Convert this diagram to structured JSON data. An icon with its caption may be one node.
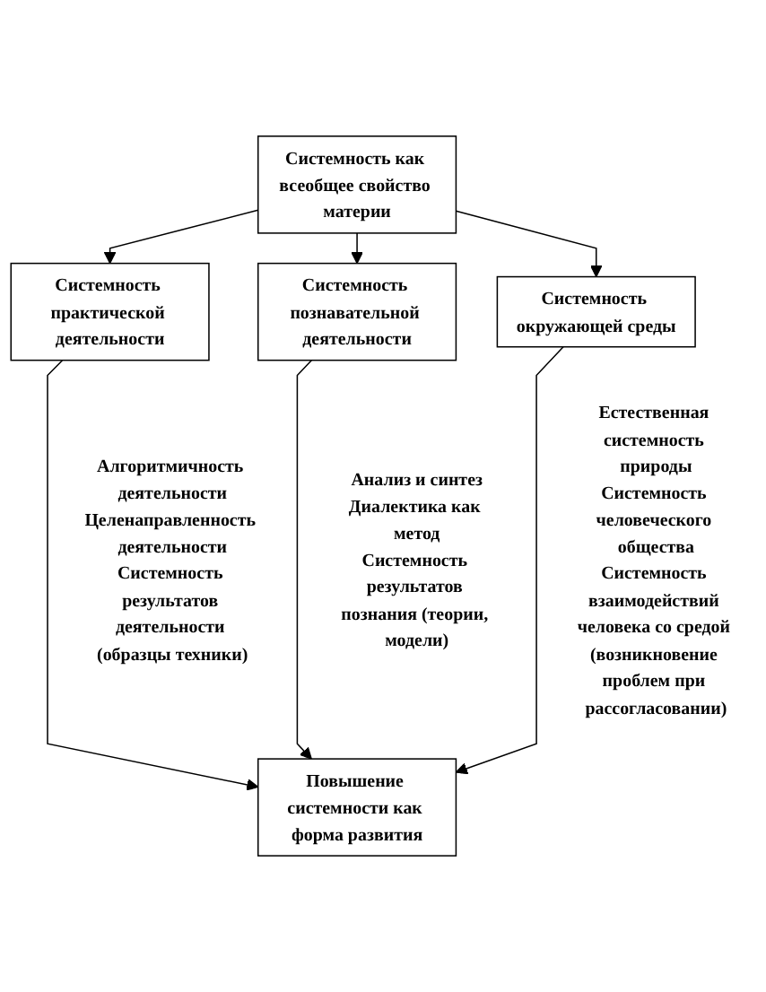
{
  "diagram": {
    "nodes": [
      {
        "text": [
          "Системность как всеобщее свойство материи"
        ]
      },
      {
        "text": [
          "Системность практической деятельности"
        ],
        "beside": [
          "Алгоритмичность деятельности",
          "Целенаправленность деятельности",
          "Системность результатов деятельности (образцы техники)"
        ]
      },
      {
        "text": [
          "Системность познавательной деятельности"
        ],
        "beside": [
          "Анализ и синтез",
          "Диалектика как метод",
          "Системность результатов познания (теории, модели)"
        ]
      },
      {
        "text": [
          "Системность окружающей среды"
        ],
        "beside": [
          "Естественная системность природы",
          "Системность человеческого общества",
          "Системность взаимодействий человека со средой (возникновение проблем при рассогласовании)"
        ]
      },
      {
        "text": [
          "Повышение системности как форма развития"
        ]
      }
    ],
    "edges": [
      {
        "from": 0,
        "to": 1,
        "arrow": "to"
      },
      {
        "from": 0,
        "to": 2,
        "arrow": "to"
      },
      {
        "from": 0,
        "to": 3,
        "arrow": "to"
      },
      {
        "from": 1,
        "to": 4,
        "arrow": "to"
      },
      {
        "from": 2,
        "to": 4,
        "arrow": "to"
      },
      {
        "from": 3,
        "to": 4,
        "arrow": "to"
      }
    ]
  }
}
